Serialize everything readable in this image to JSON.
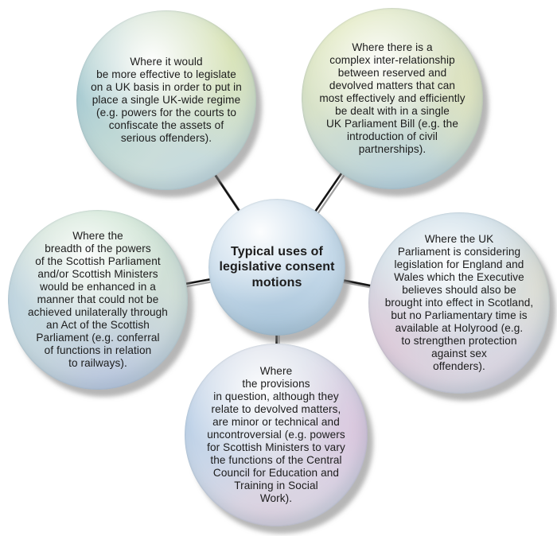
{
  "palette": {
    "background": "#ffffff",
    "text": "#1c1c1c",
    "connector_black": "#141414",
    "drop_shadow_gray": "#a0a0a0",
    "center_blue": "#c6daea",
    "teal_tint": "#aed0d6",
    "yellow_green_tint": "#dde6b4",
    "mint_tint": "#cbe3d1",
    "periwinkle_tint": "#bcc8e6",
    "pink_tint": "#e2c6d8",
    "pale_blue_tint": "#c2d8ea"
  },
  "diagram": {
    "center": {
      "id": "typical-uses",
      "lines": [
        "Typical uses of",
        "legislative consent",
        "motions"
      ]
    },
    "satellites": [
      {
        "id": "uk-wide-regime",
        "position": "top-left",
        "lines": [
          "Where it would",
          "be more effective to legislate",
          "on a UK basis in order to put in",
          "place a single UK-wide regime",
          "(e.g. powers for the courts to",
          "confiscate the assets of",
          "serious offenders)."
        ]
      },
      {
        "id": "complex-inter-relationship",
        "position": "top-right",
        "lines": [
          "Where there is a",
          "complex inter-relationship",
          "between reserved and",
          "devolved matters that can",
          "most effectively and efficiently",
          "be dealt with in a single",
          "UK Parliament Bill (e.g. the",
          "introduction of civil",
          "partnerships)."
        ]
      },
      {
        "id": "enhanced-scottish-powers",
        "position": "left",
        "lines": [
          "Where the",
          "breadth of the powers",
          "of the Scottish Parliament",
          "and/or Scottish Ministers",
          "would be enhanced in a",
          "manner that could not be",
          "achieved unilaterally through",
          "an Act of the Scottish",
          "Parliament (e.g. conferral",
          "of functions in relation",
          "to railways)."
        ]
      },
      {
        "id": "england-wales-legislation",
        "position": "right",
        "lines": [
          "Where the UK",
          "Parliament is considering",
          "legislation for England and",
          "Wales which the Executive",
          "believes should also be",
          "brought into effect in Scotland,",
          "but no Parliamentary time is",
          "available at Holyrood (e.g.",
          "to strengthen protection",
          "against sex",
          "offenders)."
        ]
      },
      {
        "id": "minor-technical-provisions",
        "position": "bottom",
        "lines": [
          "Where",
          "the provisions",
          "in question, although they",
          "relate to devolved matters,",
          "are minor or technical and",
          "uncontroversial (e.g. powers",
          "for Scottish Ministers to vary",
          "the functions of the Central",
          "Council for Education and",
          "Training in Social",
          "Work)."
        ]
      }
    ]
  }
}
